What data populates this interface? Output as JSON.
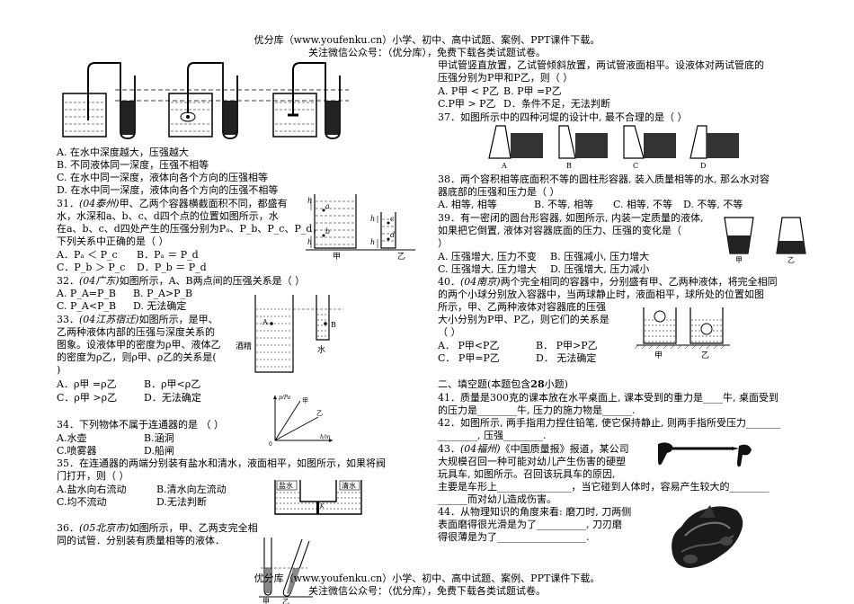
{
  "header": {
    "line1": "优分库（www.youfenku.cn）小学、初中、高中试题、案例、PPT课件下载。",
    "line2": "关注微信公众号：（优分库），免费下载各类试题试卷。"
  },
  "footer": {
    "line1": "优分库（www.youfenku.cn）小学、初中、高中试题、案例、PPT课件下载。",
    "line2": "关注微信公众号：（优分库），免费下载各类试题试卷。"
  },
  "left": {
    "q_prev_options": [
      "A. 在水中深度越大，压强越大",
      "B. 不同液体同一深度，压强不相等",
      "C. 在水中同一深度，液体向各个方向的压强相等",
      "D. 在水中同一深度，液体向各个方向的压强不相等"
    ],
    "q31": {
      "line1_num": "31．",
      "line1_src": "(04泰州)",
      "line1_text": "甲、乙两个容器横截面积不同，都盛有",
      "line2": "水，水深和a、b、c、d四个点的位置如图所示，水",
      "line3": "在a、b、c、d四处产生的压强分别为Pₐ、P_b、P_c、P_d，",
      "line4": "下列关系中正确的是（  ）",
      "optA": "A．Pₐ ＜ P_c",
      "optB": "B．Pₐ ＝ P_d",
      "optC": "C．P_b ＞ P_c",
      "optD": "D．P_b ＝ P_d",
      "fig_labels": [
        "甲",
        "乙",
        "h",
        "h",
        "h",
        "h",
        "a",
        "b",
        "c",
        "d"
      ]
    },
    "q32": {
      "num": "32．",
      "src": "(04广东)",
      "text": "如图所示，A、B两点间的压强关系是（      ）",
      "optA": "A. P_A=P_B",
      "optB": "B. P_A>P_B",
      "optC": "C. P_A<P_B",
      "optD": "D. 无法确定",
      "fig_labels": [
        "A",
        "B",
        "酒精",
        "水"
      ]
    },
    "q33": {
      "num": "33．",
      "src": "(04江苏宿迁)",
      "text": "如图所示，是甲、",
      "line2": "乙两种液体内部的压强与深度关系的",
      "line3": "图象。设液体甲的密度为ρ甲、液体乙",
      "line4": "的密度为ρ乙，则ρ甲、ρ乙的关系是(",
      "line5": ")",
      "optA": "A．ρ甲 =ρ乙",
      "optB": "B．ρ甲<ρ乙",
      "optC": "C．ρ甲 >ρ乙",
      "optD": "D．无法确定",
      "fig_labels": [
        "p/Pa",
        "甲",
        "乙",
        "h/m",
        "0"
      ]
    },
    "q34": {
      "text": "34．下列物体不属于连通器的是  （        ）",
      "optA": "A.水壶",
      "optB": "B.涵洞",
      "optC": "C.喷雾器",
      "optD": "D.船闸"
    },
    "q35": {
      "line1": "35．在连通器的两端分别装有盐水和清水，液面相平，如图所示，如果将阀",
      "line2": "门打开，则（        ）",
      "optA": "A.盐水向右流动",
      "optB": "B.清水向左流动",
      "optC": "C.均不流动",
      "optD": "D.无法判断",
      "fig_labels": [
        "盐水",
        "清水",
        "K"
      ]
    },
    "q36": {
      "num": "36．",
      "src": "(05北京市)",
      "text": "如图所示，甲、乙两支完全相",
      "line2": "同的试管．分别装有质量相等的液体．",
      "fig_labels": [
        "甲",
        "乙"
      ]
    }
  },
  "right": {
    "q36_cont": {
      "line1": "甲试管竖直放置，乙试管倾斜放置，两试管液面相平。设液体对两试管底的",
      "line2": "压强分别为P甲和P乙，则（        ）",
      "optA": "A. P甲 < P乙",
      "optB": "B.  P甲 =P乙",
      "optC": "C.P甲 > P乙",
      "optD": "D．条件不足，无法判断"
    },
    "q37": {
      "text": "37．如图所示中的四种河堤的设计中, 最不合理的是（        ）",
      "fig_labels": [
        "A",
        "B",
        "C",
        "D"
      ]
    },
    "q38": {
      "line1": "38．两个容积相等底面积不等的圆柱形容器, 装入质量相等的水, 那么水对容",
      "line2": "器底部的压强和压力是（        ）",
      "optA": "A.  相等, 相等",
      "optB": "B. 不等, 相等",
      "optC": "C. 相等, 不等",
      "optD": "D. 不等, 不等"
    },
    "q39": {
      "line1": "39．有一密闭的圆台形容器, 如图所示, 内装一定质量的液体,",
      "line2": "如果把它倒置, 液体对容器底面的压力、压强的变化是（",
      "line3": "）",
      "optA": "A. 压强增大, 压力不变",
      "optB": "B. 压强减小, 压力增大",
      "optC": "C. 压强增大, 压力增大",
      "optD": "D. 压强增大, 压力减小",
      "fig_labels": [
        "甲",
        "乙"
      ]
    },
    "q40": {
      "num": "40．",
      "src": "(04南京)",
      "text": "两个完全相同的容器中，分别盛有甲、乙两种液体，将完全相同",
      "line2": "的两个小球分别放入容器中，当两球静止时，液面相平，球所处的位置如图",
      "line3": "所示，甲、乙两种液体对容器底的压强",
      "line4": "大小分别为P甲、P乙，则它们的关系是",
      "line5": "（      ）",
      "optA": "A．  P甲<P乙",
      "optB": "B．  P甲>P乙",
      "optC": "C．  P甲=P乙",
      "optD": "D．  无法确定",
      "fig_labels": [
        "甲",
        "乙"
      ]
    },
    "section2": {
      "title_pre": "二、填空题(本题包含",
      "title_num": "28",
      "title_post": "小题)"
    },
    "q41": {
      "line1": "41．质量是300克的课本放在水平桌面上, 课本受到的重力是____牛, 桌面受到",
      "line2": "的压力是________牛, 压力的施力物是______."
    },
    "q42": {
      "line1": "42．如图所示, 两手指用力捏住铅笔, 使它保持静止, 则两手指所受压力_______",
      "line2": "________, 压强________."
    },
    "q43": {
      "num": "43．",
      "src": "(04福州)",
      "text": "《中国质量报》报道，某公司",
      "line2": "大规模召回一种可能对幼儿产生伤害的硬塑",
      "line3": "玩具车, 如图所示。召回该玩具车的原因,",
      "line4": "主要是车形上_______________，当它碰到人体时，容易产生较大的________",
      "line5": "______而对幼儿造成伤害。"
    },
    "q44": {
      "line1": "44．从物理知识的角度来看: 磨刀时, 刀两侧",
      "line2": "表面磨得很光滑是为了__________, 刀刃磨",
      "line3": "得很薄是为了__________________."
    }
  }
}
